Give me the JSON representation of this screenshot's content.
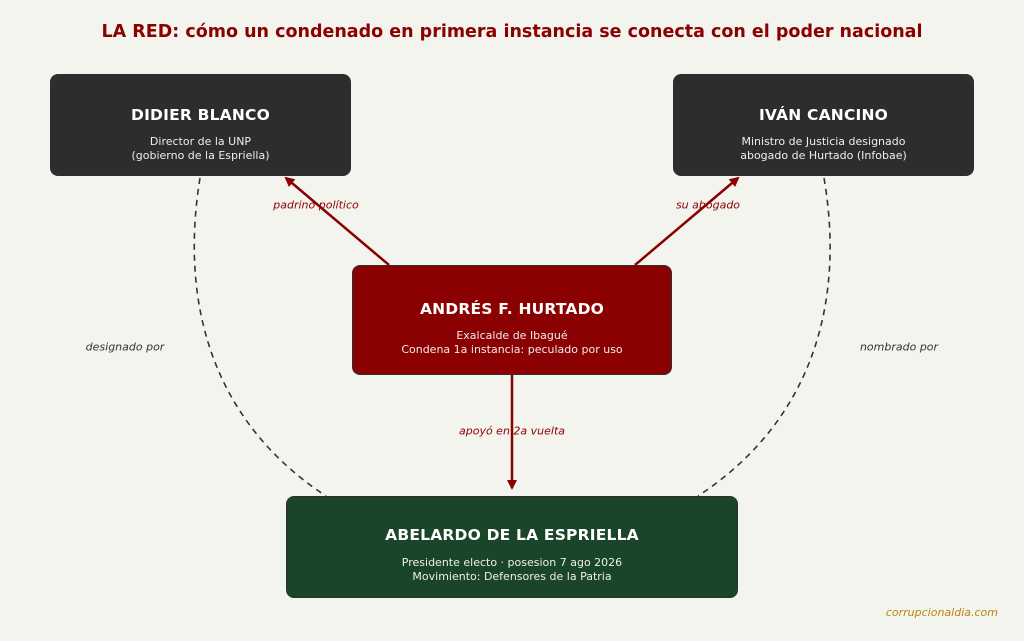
{
  "title": "LA RED: cómo un condenado en primera instancia se conecta con el poder nacional",
  "nodes": {
    "blanco": {
      "name": "DIDIER BLANCO",
      "lines": [
        "Director de la UNP",
        "(gobierno de la Espriella)"
      ]
    },
    "cancino": {
      "name": "IVÁN CANCINO",
      "lines": [
        "Ministro de Justicia designado",
        "abogado de Hurtado (Infobae)"
      ]
    },
    "hurtado": {
      "name": "ANDRÉS F. HURTADO",
      "lines": [
        "Exalcalde de Ibagué",
        "Condena 1a instancia: peculado por uso"
      ]
    },
    "espriella": {
      "name": "ABELARDO DE LA ESPRIELLA",
      "lines": [
        "Presidente electo · posesion 7 ago 2026",
        "Movimiento: Defensores de la Patria"
      ]
    }
  },
  "edges": {
    "padrino": "padrino político",
    "abogado": "su abogado",
    "apoyo": "apoyó en 2a vuelta",
    "designado": "designado por",
    "nombrado": "nombrado por"
  },
  "source": "corrupcionaldia.com",
  "colors": {
    "title": "#8b0000",
    "dark_node": "#2d2d2d",
    "red_node": "#8b0000",
    "green_node": "#1b4529",
    "edge": "#8b0000",
    "dashed_edge": "#333333",
    "source": "#b8860b",
    "background": "#f4f4ef"
  }
}
